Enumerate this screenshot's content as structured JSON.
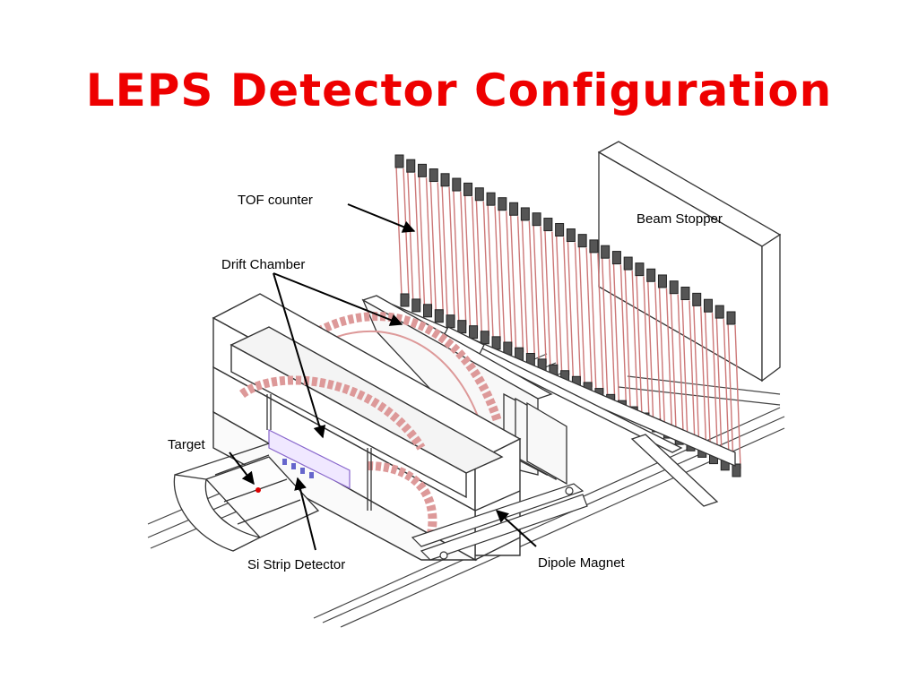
{
  "slide": {
    "title": "LEPS Detector Configuration",
    "title_color": "#ee0000"
  },
  "diagram": {
    "labels": {
      "tof_counter": "TOF counter",
      "beam_stopper": "Beam Stopper",
      "drift_chamber": "Drift Chamber",
      "target": "Target",
      "si_strip_detector": "Si Strip Detector",
      "dipole_magnet": "Dipole Magnet"
    },
    "colors": {
      "line": "#333333",
      "tof_bar": "#cc7777",
      "magnet_coil": "#dd9999",
      "si_strip": "#6666cc",
      "target_dot": "#dd0000"
    }
  }
}
